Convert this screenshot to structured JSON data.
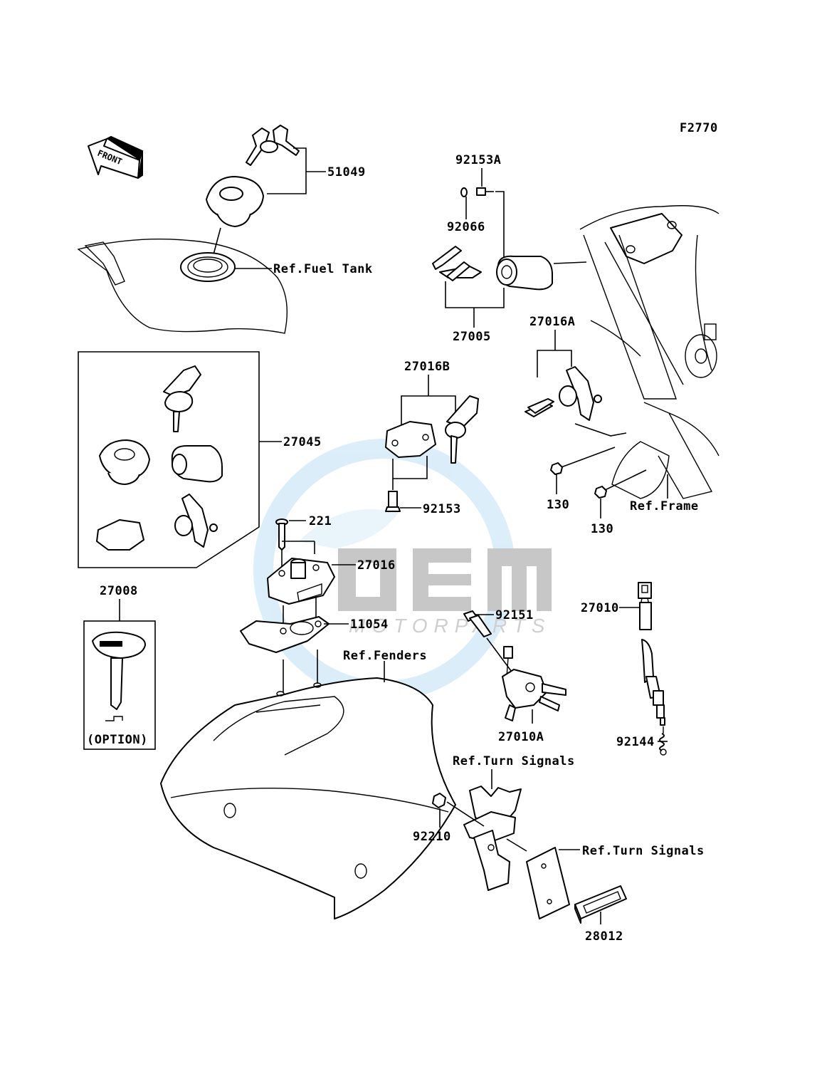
{
  "figure_code": "F2770",
  "front_arrow": "FRONT",
  "watermark": {
    "logo": "OEM",
    "text": "MOTORPARTS",
    "colors": {
      "ring": "#bfe0f5",
      "block": "#8c8c8c"
    }
  },
  "labels": {
    "p51049": "51049",
    "ref_fuel_tank": "Ref.Fuel Tank",
    "p92153A": "92153A",
    "p92066": "92066",
    "p27005": "27005",
    "p27016A": "27016A",
    "p27016B": "27016B",
    "p27045": "27045",
    "p92153": "92153",
    "p130a": "130",
    "p130b": "130",
    "ref_frame": "Ref.Frame",
    "p221": "221",
    "p27016": "27016",
    "p27008": "27008",
    "p11054": "11054",
    "p92151": "92151",
    "p27010": "27010",
    "ref_fenders": "Ref.Fenders",
    "option": "(OPTION)",
    "p27010A": "27010A",
    "p92144": "92144",
    "ref_turn_signals_1": "Ref.Turn Signals",
    "p92210": "92210",
    "ref_turn_signals_2": "Ref.Turn Signals",
    "p28012": "28012"
  }
}
